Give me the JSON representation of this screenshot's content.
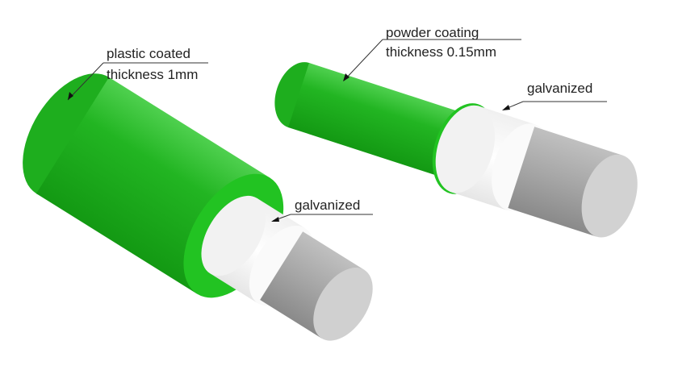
{
  "labels": {
    "left_coating_line1": "plastic coated",
    "left_coating_line2": "thickness 1mm",
    "left_core": "galvanized",
    "right_coating_line1": "powder coating",
    "right_coating_line2": "thickness 0.15mm",
    "right_core": "galvanized"
  },
  "colors": {
    "coating_green": "#1fb51f",
    "zinc_white": "#f4f4f4",
    "steel_gray": "#a8a8a8"
  }
}
